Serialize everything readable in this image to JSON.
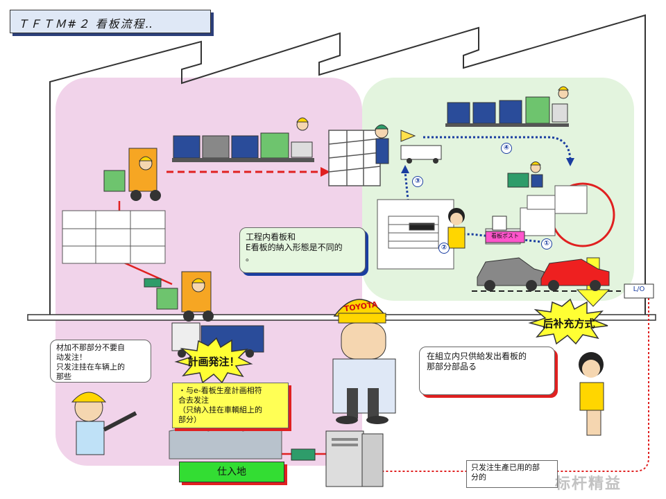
{
  "title": "ＴＦＴＭ#２ 看板流程‥",
  "callouts": {
    "kanban_form": "工程内看板和\nE看板的納入形態是不同的\n。",
    "assembly": "在組立内只供給发出看板的\n那部分部品る",
    "order_instruction": "材加不那部分不要自\n动发注！\n只发注挂在车辆上的\n那些",
    "plan_note": "・与e-看板生産計画相符\n合去发注\n（只納入挂在車輌組上的\n部分）",
    "production_note": "只发注生產已用的部\n分的"
  },
  "bursts": {
    "plan_order": "計画発注！",
    "replenish": "后补充方式"
  },
  "labels": {
    "supplier": "仕入地",
    "lo": "L/O",
    "post": "看板ポスト",
    "cap_logo": "TOYOTA"
  },
  "step_numbers": [
    "①",
    "②",
    "③",
    "④"
  ],
  "watermark": "标杆精益",
  "colors": {
    "pink_zone": "#f1d3ea",
    "green_zone": "#e3f4de",
    "red_flow": "#e02020",
    "blue_flow": "#1a3da0",
    "burst_yellow": "#ffff33",
    "supplier_green": "#33dd33"
  }
}
